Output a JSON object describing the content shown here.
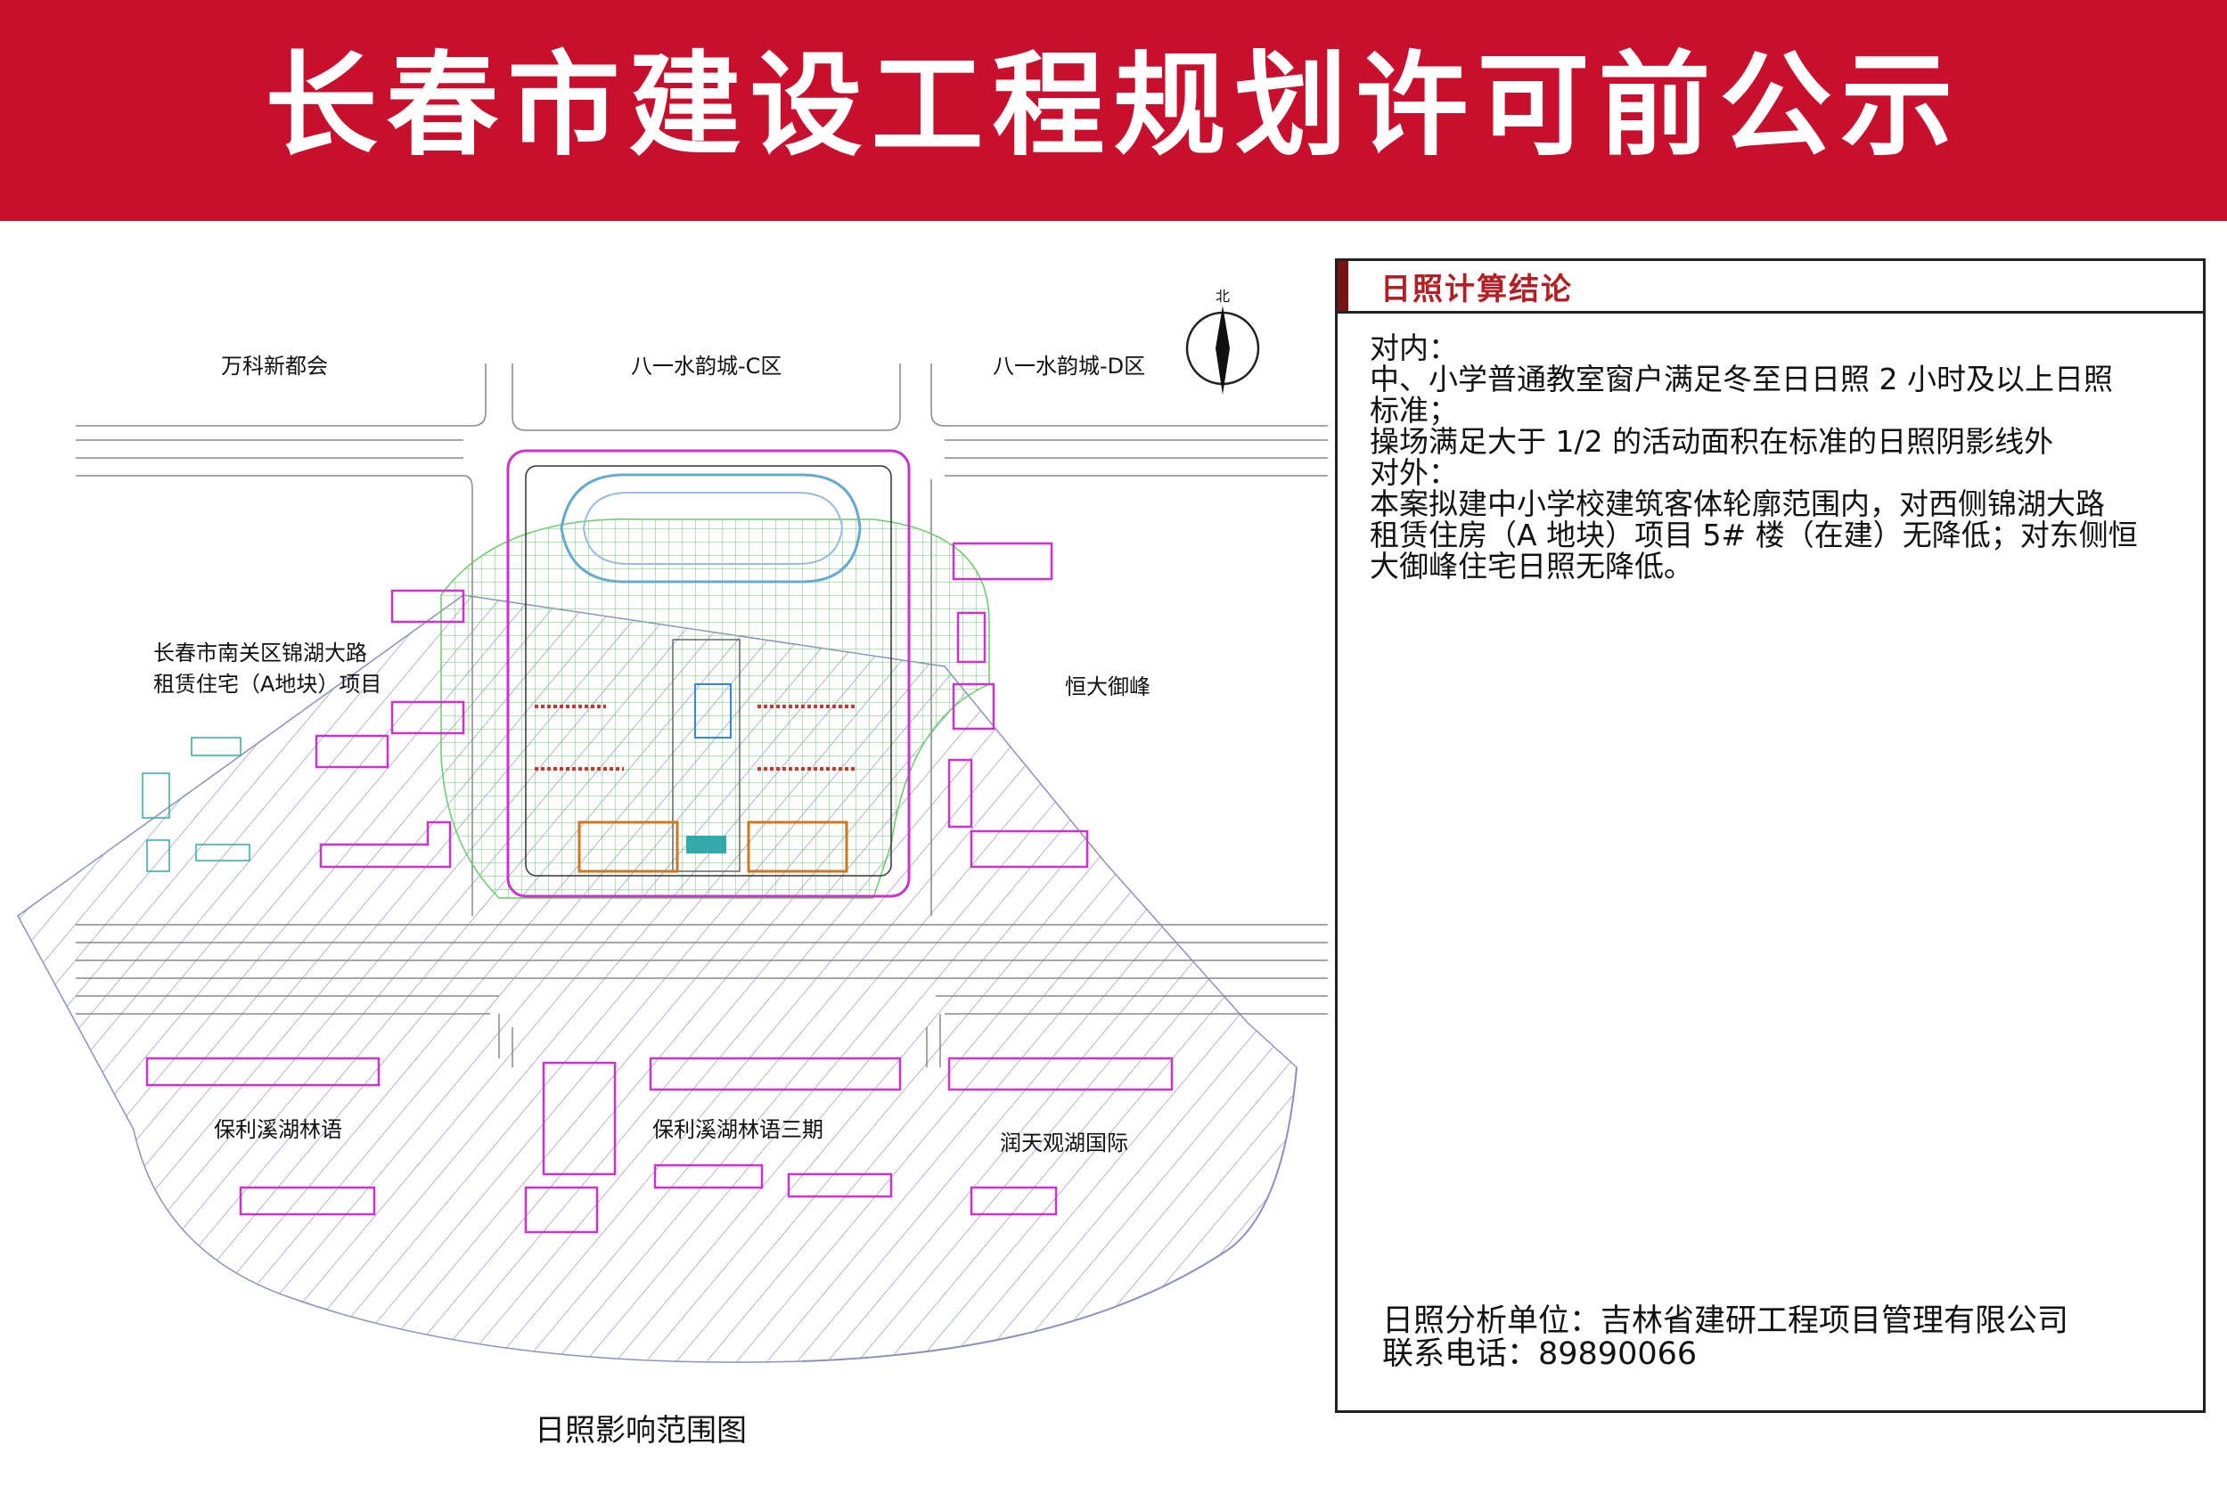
{
  "banner": {
    "title": "长春市建设工程规划许可前公示"
  },
  "site_plan": {
    "north_label": "北",
    "caption": "日照影响范围图",
    "labels": {
      "vanke": "万科新都会",
      "bayi_c": "八一水韵城-C区",
      "bayi_d": "八一水韵城-D区",
      "jinhu_line1": "长春市南关区锦湖大路",
      "jinhu_line2": "租赁住宅（A地块）项目",
      "hengda": "恒大御峰",
      "baoli": "保利溪湖林语",
      "baoli3": "保利溪湖林语三期",
      "runtian": "润天观湖国际"
    }
  },
  "conclusion": {
    "title": "日照计算结论",
    "lines": [
      "对内：",
      "中、小学普通教室窗户满足冬至日日照 2 小时及以上日照",
      "标准；",
      "操场满足大于 1/2 的活动面积在标准的日照阴影线外",
      "对外：",
      "本案拟建中小学校建筑客体轮廓范围内，对西侧锦湖大路",
      "租赁住房（A 地块）项目 5# 楼（在建）无降低；对东侧恒",
      "大御峰住宅日照无降低。"
    ],
    "unit_line": "日照分析单位：吉林省建研工程项目管理有限公司",
    "phone_line": "联系电话：89890066"
  },
  "colors": {
    "banner": "#c8102e",
    "site_outline": "#cc33cc",
    "sun_grid": "#66cc66",
    "hatch": "#7a86b0",
    "roads": "#888888"
  }
}
